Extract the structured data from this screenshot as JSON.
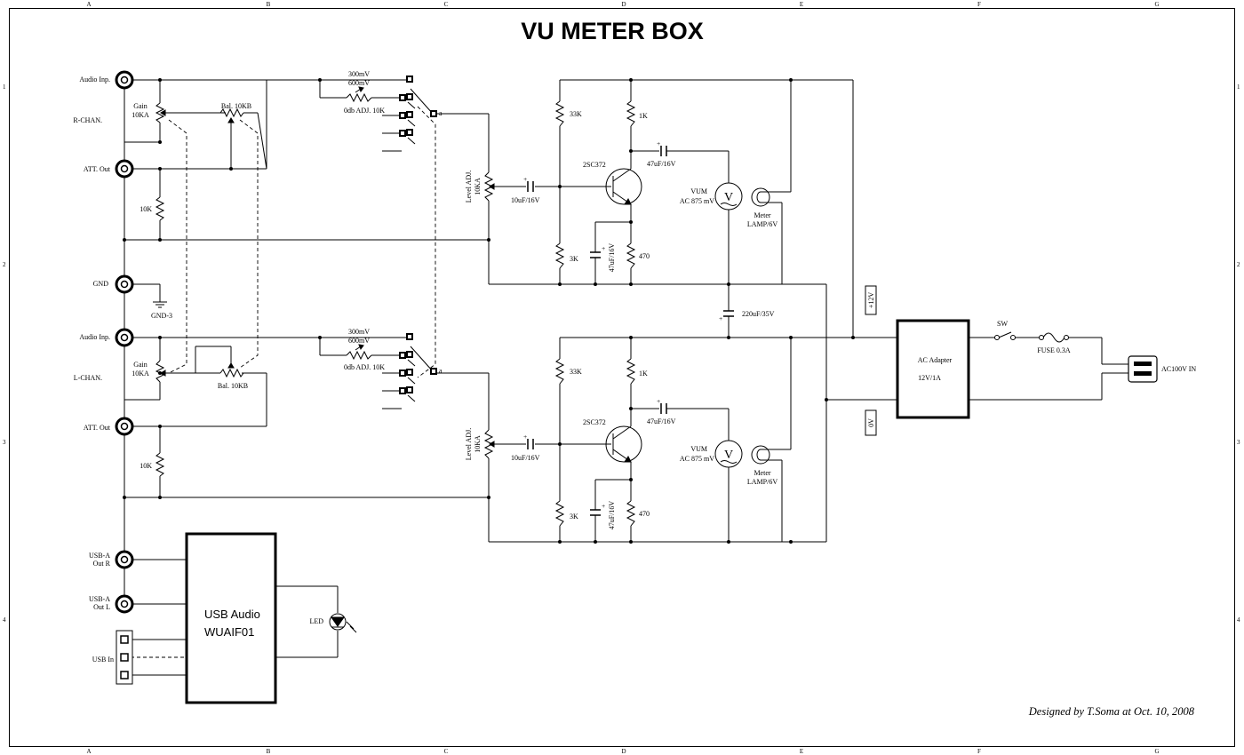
{
  "title": "VU METER BOX",
  "designer_credit": "Designed by T.Soma at Oct. 10, 2008",
  "border": {
    "columns": [
      "A",
      "B",
      "C",
      "D",
      "E",
      "F",
      "G"
    ],
    "rows": [
      "1",
      "2",
      "3",
      "4"
    ]
  },
  "left_panel": {
    "r_audio_in": "Audio Inp.",
    "r_chan": "R-CHAN.",
    "r_att_out": "ATT. Out",
    "r_10k": "10K",
    "gain_label": "Gain",
    "gain_value": "10KA",
    "bal_top": "Bal. 10KB",
    "gnd": "GND",
    "gnd3": "GND-3",
    "l_audio_in": "Audio Inp.",
    "l_chan": "L-CHAN.",
    "l_gain_label": "Gain",
    "l_gain_value": "10KA",
    "bal_bottom": "Bal. 10KB",
    "l_att_out": "ATT. Out",
    "l_10k": "10K"
  },
  "switch_section": {
    "v300_top": "300mV",
    "v600_top": "600mV",
    "odb_top": "0db ADJ. 10K",
    "v300_bot": "300mV",
    "v600_bot": "600mV",
    "odb_bot": "0db ADJ. 10K",
    "level_adj_top_1": "Level ADJ.",
    "level_adj_top_2": "10KA",
    "level_adj_bot_1": "Level ADJ.",
    "level_adj_bot_2": "10KA",
    "pole_a_top": "a",
    "pole_a_bot": "a"
  },
  "amp_top": {
    "r1": "33K",
    "r2": "1K",
    "r3": "3K",
    "r4": "470",
    "transistor": "2SC372",
    "cin": "10uF/16V",
    "cout": "47uF/16V",
    "cemit": "47uF/16V",
    "vum_1": "VUM",
    "vum_2": "AC 875 mV",
    "meter_symbol": "V",
    "lamp_1": "Meter",
    "lamp_2": "LAMP/6V"
  },
  "amp_bottom": {
    "r1": "33K",
    "r2": "1K",
    "r3": "3K",
    "r4": "470",
    "transistor": "2SC372",
    "cin": "10uF/16V",
    "cout": "47uF/16V",
    "cemit": "47uF/16V",
    "vum_1": "VUM",
    "vum_2": "AC 875 mV",
    "meter_symbol": "V",
    "lamp_1": "Meter",
    "lamp_2": "LAMP/6V"
  },
  "supply": {
    "bulk_cap": "220uF/35V",
    "plus12": "+12V",
    "zero_v": "0V",
    "adapter_1": "AC Adapter",
    "adapter_2": "12V/1A",
    "sw": "SW",
    "fuse": "FUSE  0.3A",
    "ac_in": "AC100V IN"
  },
  "usb_section": {
    "usb_a_r_1": "USB-A",
    "usb_a_r_2": "Out R",
    "usb_a_l_1": "USB-A",
    "usb_a_l_2": "Out L",
    "usb_in": "USB In",
    "module_1": "USB Audio",
    "module_2": "WUAIF01",
    "led": "LED"
  }
}
